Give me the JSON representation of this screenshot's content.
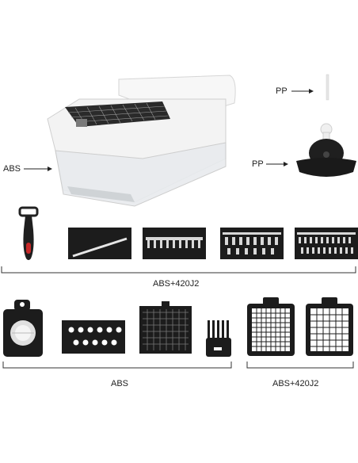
{
  "labels": {
    "container": "ABS",
    "pusher_top": "PP",
    "pusher_base": "PP",
    "row1_group": "ABS+420J2",
    "row2_left_group": "ABS",
    "row2_right_group": "ABS+420J2"
  },
  "colors": {
    "dark_part": "#1c1c1c",
    "blade": "#d9d9d9",
    "container_white": "#f4f4f4",
    "bracket_line": "#333333"
  }
}
